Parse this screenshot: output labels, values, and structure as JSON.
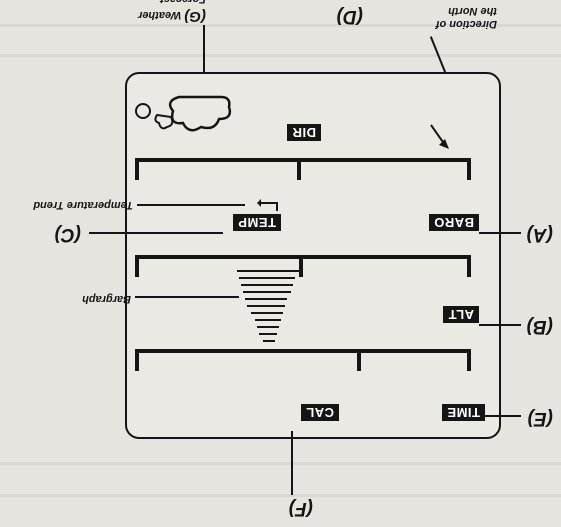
{
  "diagram": {
    "segments": {
      "baro": "BARO",
      "temp": "TEMP",
      "alt": "ALT",
      "dir": "DIR",
      "time": "TIME",
      "cal": "CAL"
    },
    "letters": {
      "a": "(A)",
      "b": "(B)",
      "c": "(C)",
      "d": "(D)",
      "e": "(E)",
      "f": "(F)",
      "g": "(G)"
    },
    "annotations": {
      "forecast": "Weather Forecast",
      "north": "Direction of the North",
      "temperature_trend": "Temperature Trend",
      "bargraph": "Bargraph"
    },
    "icons": [
      "sun-icon",
      "cloud-icon",
      "north-arrow-icon",
      "trend-arrow-icon"
    ],
    "colors": {
      "ink": "#151515",
      "paper": "#e8e6e1",
      "label_text": "#ffffff"
    }
  }
}
